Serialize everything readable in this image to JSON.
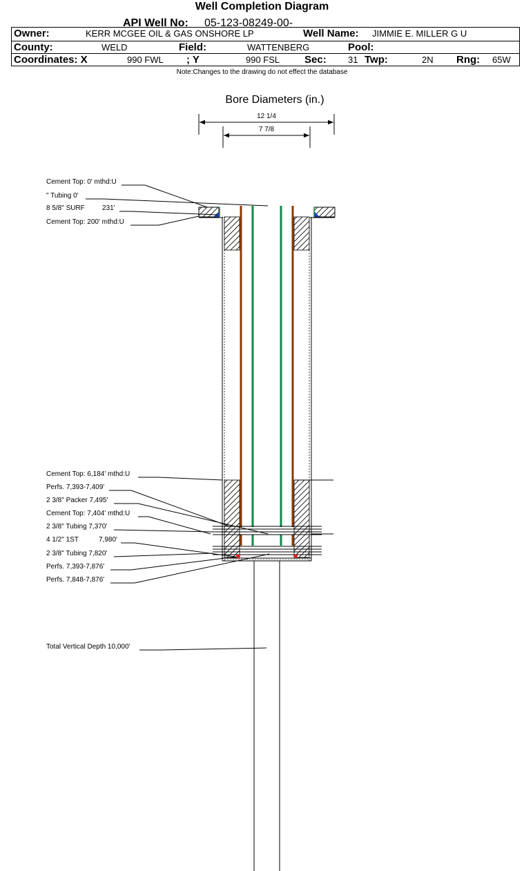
{
  "header": {
    "title": "Well Completion Diagram",
    "api_label": "API Well No:",
    "api_value": "05-123-08249-00-",
    "owner_label": "Owner:",
    "owner_value": "KERR MCGEE OIL & GAS ONSHORE LP",
    "wellname_label": "Well Name:",
    "wellname_value": "JIMMIE E. MILLER G U",
    "county_label": "County:",
    "county_value": "WELD",
    "field_label": "Field:",
    "field_value": "WATTENBERG",
    "pool_label": "Pool:",
    "pool_value": "",
    "coordx_label": "Coordinates: X",
    "coordx_value": "990 FWL",
    "coordy_label": "; Y",
    "coordy_value": "990 FSL",
    "sec_label": "Sec:",
    "sec_value": "31",
    "twp_label": "Twp:",
    "twp_value": "2N",
    "rng_label": "Rng:",
    "rng_value": "65W",
    "note": "Note:Changes to the drawing do not effect the database"
  },
  "diagram": {
    "bore_title": "Bore Diameters (in.)",
    "bore_outer": "12 1/4",
    "bore_inner": "7 7/8",
    "labels": [
      "Cement Top: 0' mthd:U",
      "\" Tubing 0'",
      "8 5/8\" SURF",
      "231'",
      "Cement Top: 200' mthd:U",
      "Cement Top: 6,184' mthd:U",
      "Perfs. 7,393-7,409'",
      "2 3/8\" Packer 7,495'",
      "Cement Top: 7,404' mthd:U",
      "2 3/8\" Tubing 7,370'",
      "4 1/2\" 1ST",
      "7,980'",
      "2 3/8\" Tubing 7,820'",
      "Perfs. 7,393-7,876'",
      "Perfs. 7,848-7,876'",
      "Total Vertical Depth 10,000'"
    ],
    "colors": {
      "casing": "#8B3A00",
      "tubing": "#0E8A4A",
      "perfs": "#E02020",
      "shoe": "#1F3FBF"
    }
  }
}
